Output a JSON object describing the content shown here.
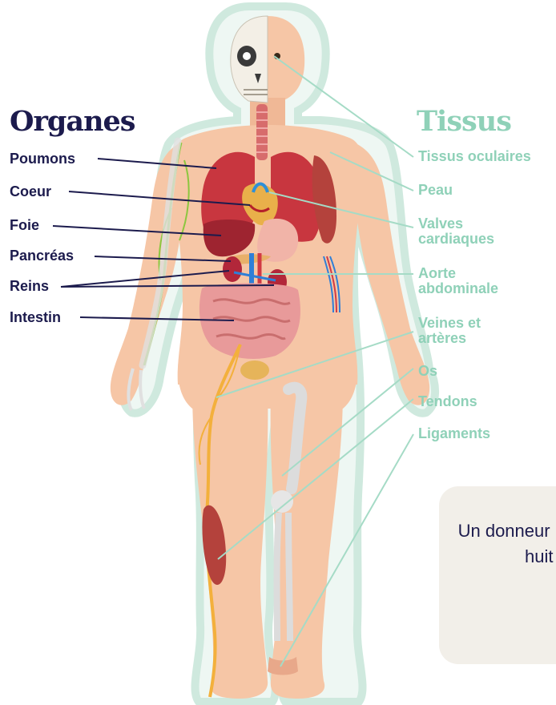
{
  "headings": {
    "organs": "Organes",
    "tissues": "Tissus"
  },
  "organs": [
    {
      "label": "Poumons"
    },
    {
      "label": "Coeur"
    },
    {
      "label": "Foie"
    },
    {
      "label": "Pancréas"
    },
    {
      "label": "Reins"
    },
    {
      "label": "Intestin"
    }
  ],
  "tissues": [
    {
      "label": "Tissus oculaires"
    },
    {
      "label": "Peau"
    },
    {
      "label": "Valves cardiaques"
    },
    {
      "label": "Aorte abdominale"
    },
    {
      "label": "Veines et artères"
    },
    {
      "label": "Os"
    },
    {
      "label": "Tendons"
    },
    {
      "label": "Ligaments"
    }
  ],
  "note": {
    "text": "Un donneur peut aider ou sauver jusqu'à huit personnes en étant"
  },
  "colors": {
    "organ_text": "#1c1b4d",
    "tissue_text": "#8fd1b8",
    "skin": "#f6c6a6",
    "organ_red": "#c8363f",
    "note_bg": "#f2efe9"
  }
}
